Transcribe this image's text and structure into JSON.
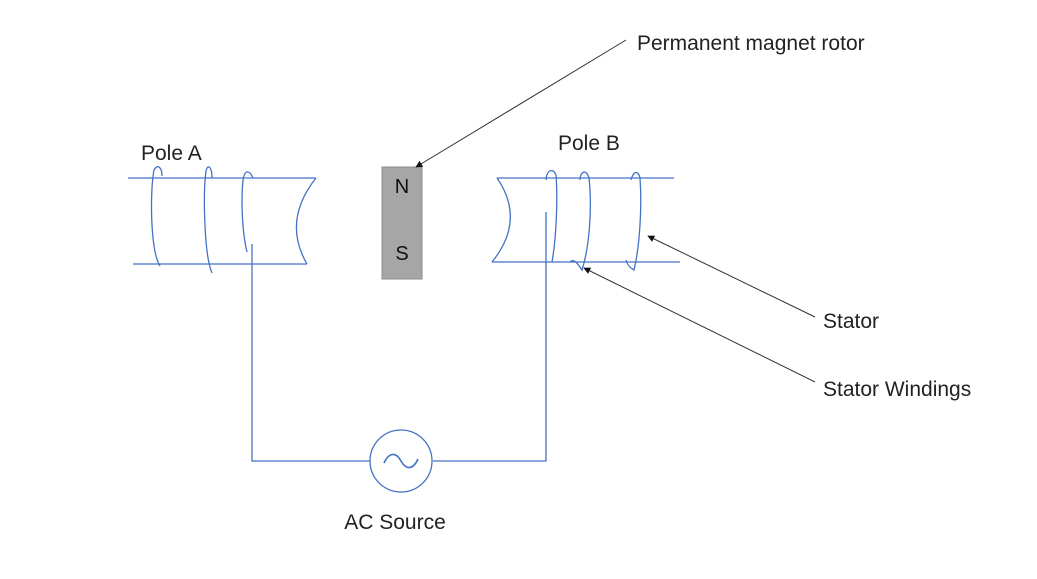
{
  "labels": {
    "pole_a": "Pole A",
    "pole_b": "Pole B",
    "rotor": "Permanent magnet rotor",
    "rotor_north": "N",
    "rotor_south": "S",
    "stator": "Stator",
    "stator_windings": "Stator Windings",
    "ac_source": "AC Source"
  },
  "colors": {
    "wire": "#4472c4",
    "rotor_fill": "#a6a6a6",
    "rotor_stroke": "#8c8c8c",
    "arrow": "#333333",
    "text": "#222222"
  },
  "icons": {
    "ac_source_symbol": "sine-wave-in-circle-icon"
  }
}
